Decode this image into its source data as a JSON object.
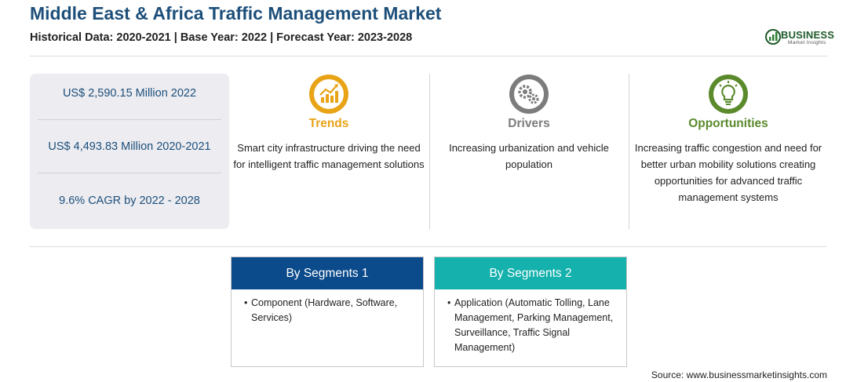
{
  "header": {
    "title": "Middle East & Africa Traffic Management Market",
    "subtitle": "Historical Data: 2020-2021 | Base Year: 2022 | Forecast Year: 2023-2028"
  },
  "logo": {
    "brand": "BUSINESS",
    "tagline": "Market Insights"
  },
  "stats": [
    "US$ 2,590.15 Million 2022",
    "US$ 4,493.83 Million 2020-2021",
    "9.6% CAGR by 2022 - 2028"
  ],
  "columns": [
    {
      "title": "Trends",
      "icon": "trend-chart-icon",
      "color": "#e8a317",
      "text": "Smart city infrastructure driving the need for intelligent traffic management solutions"
    },
    {
      "title": "Drivers",
      "icon": "gears-icon",
      "color": "#7c7c7c",
      "text": "Increasing urbanization and vehicle population"
    },
    {
      "title": "Opportunities",
      "icon": "lightbulb-icon",
      "color": "#5b8a2d",
      "text": "Increasing traffic congestion and need for better urban mobility solutions creating opportunities for advanced traffic management systems"
    }
  ],
  "segments": [
    {
      "title": "By Segments 1",
      "color": "#0b4a8b",
      "items": [
        "Component (Hardware, Software, Services)"
      ]
    },
    {
      "title": "By Segments 2",
      "color": "#14b1ad",
      "items": [
        "Application (Automatic Tolling, Lane Management, Parking Management, Surveillance, Traffic Signal Management)"
      ]
    }
  ],
  "source": "Source: www.businessmarketinsights.com"
}
